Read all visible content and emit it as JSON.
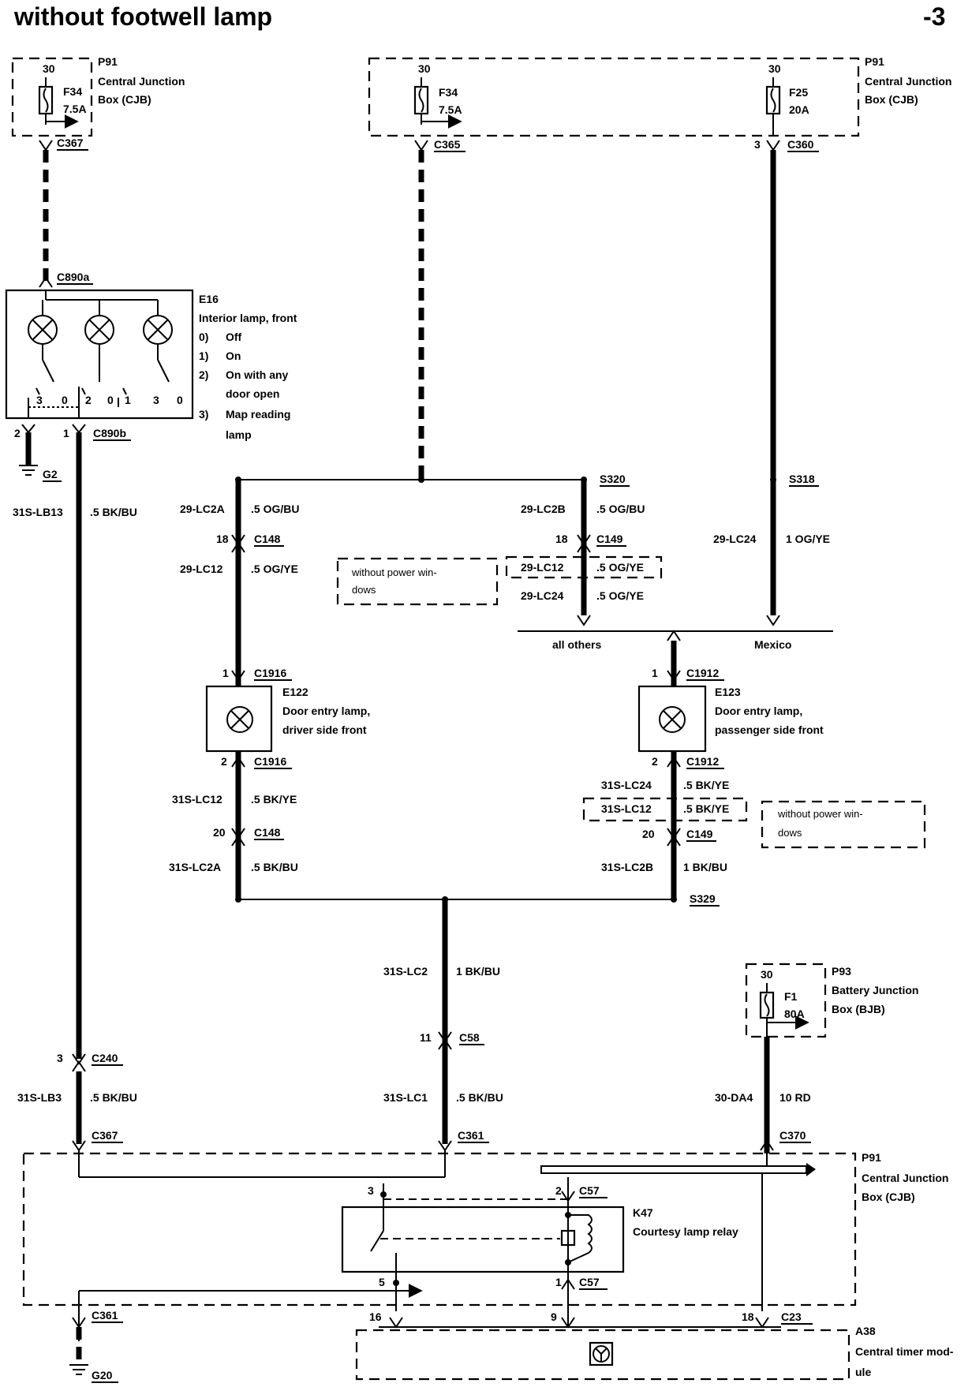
{
  "header": {
    "title": "without footwell lamp",
    "page": "-3"
  },
  "cjb_left": {
    "id": "P91",
    "name_l1": "Central Junction",
    "name_l2": "Box (CJB)",
    "pin": "30",
    "fuse": "F34",
    "rating": "7.5A",
    "connector": "C367"
  },
  "cjb_top": {
    "id": "P91",
    "name_l1": "Central Junction",
    "name_l2": "Box (CJB)",
    "fuse_a": {
      "pin": "30",
      "fuse": "F34",
      "rating": "7.5A",
      "connector": "C365"
    },
    "fuse_b": {
      "pin": "30",
      "fuse": "F25",
      "rating": "20A",
      "connector": "C360",
      "conn_pin": "3"
    }
  },
  "e16": {
    "id": "E16",
    "name": "Interior lamp, front",
    "conn_top": "C890a",
    "conn_bottom": "C890b",
    "modes": [
      "0)",
      "Off",
      "1)",
      "On",
      "2)",
      "On with any",
      "door open",
      "3)",
      "Map reading",
      "lamp"
    ],
    "switch_pins": [
      "3",
      "0",
      "2",
      "0",
      "1",
      "3",
      "0"
    ],
    "pin_left": "2",
    "pin_right": "1"
  },
  "ground_g2": "G2",
  "ground_g20": "G20",
  "wires": {
    "w_31s_lb13": {
      "code": "31S-LB13",
      "spec": ".5 BK/BU"
    },
    "w_29_lc2a": {
      "code": "29-LC2A",
      "spec": ".5 OG/BU"
    },
    "w_29_lc12_l": {
      "code": "29-LC12",
      "spec": ".5 OG/YE"
    },
    "w_29_lc2b": {
      "code": "29-LC2B",
      "spec": ".5 OG/BU"
    },
    "w_29_lc12_r": {
      "code": "29-LC12",
      "spec": ".5 OG/YE"
    },
    "w_29_lc24_r": {
      "code": "29-LC24",
      "spec": ".5 OG/YE"
    },
    "w_29_lc24": {
      "code": "29-LC24",
      "spec": "1 OG/YE"
    },
    "w_31s_lc12_l": {
      "code": "31S-LC12",
      "spec": ".5 BK/YE"
    },
    "w_31s_lc2a": {
      "code": "31S-LC2A",
      "spec": ".5 BK/BU"
    },
    "w_31s_lc24": {
      "code": "31S-LC24",
      "spec": ".5 BK/YE"
    },
    "w_31s_lc12_r": {
      "code": "31S-LC12",
      "spec": ".5 BK/YE"
    },
    "w_31s_lc2b": {
      "code": "31S-LC2B",
      "spec": "1 BK/BU"
    },
    "w_31s_lc2": {
      "code": "31S-LC2",
      "spec": "1 BK/BU"
    },
    "w_31s_lb3": {
      "code": "31S-LB3",
      "spec": ".5 BK/BU"
    },
    "w_31s_lc1": {
      "code": "31S-LC1",
      "spec": ".5 BK/BU"
    },
    "w_30_da4": {
      "code": "30-DA4",
      "spec": "10 RD"
    }
  },
  "connectors": {
    "c148_top": {
      "pin": "18",
      "name": "C148"
    },
    "c149_top": {
      "pin": "18",
      "name": "C149"
    },
    "c148_bot": {
      "pin": "20",
      "name": "C148"
    },
    "c149_bot": {
      "pin": "20",
      "name": "C149"
    },
    "c1916_top": {
      "pin": "1",
      "name": "C1916"
    },
    "c1916_bot": {
      "pin": "2",
      "name": "C1916"
    },
    "c1912_top": {
      "pin": "1",
      "name": "C1912"
    },
    "c1912_bot": {
      "pin": "2",
      "name": "C1912"
    },
    "c58": {
      "pin": "11",
      "name": "C58"
    },
    "c240": {
      "pin": "3",
      "name": "C240"
    },
    "c367_bot": {
      "name": "C367"
    },
    "c361_top": {
      "name": "C361"
    },
    "c370": {
      "name": "C370"
    },
    "c361_bot": {
      "name": "C361"
    },
    "c57_top": {
      "pin": "2",
      "name": "C57"
    },
    "c57_bot": {
      "pin": "1",
      "name": "C57"
    },
    "c23": {
      "pin": "18",
      "name": "C23"
    }
  },
  "splices": {
    "s320": "S320",
    "s318": "S318",
    "s329": "S329"
  },
  "notes": {
    "no_pw_l1": "without power win-",
    "no_pw_l2": "dows"
  },
  "variants": {
    "all_others": "all others",
    "mexico": "Mexico"
  },
  "e122": {
    "id": "E122",
    "name_l1": "Door entry lamp,",
    "name_l2": "driver side front"
  },
  "e123": {
    "id": "E123",
    "name_l1": "Door entry lamp,",
    "name_l2": "passenger side front"
  },
  "bjb": {
    "id": "P93",
    "name_l1": "Battery Junction",
    "name_l2": "Box (BJB)",
    "pin": "30",
    "fuse": "F1",
    "rating": "80A"
  },
  "cjb_bottom": {
    "id": "P91",
    "name_l1": "Central Junction",
    "name_l2": "Box (CJB)"
  },
  "k47": {
    "id": "K47",
    "name": "Courtesy lamp relay",
    "pin_3": "3",
    "pin_5": "5"
  },
  "a38": {
    "id": "A38",
    "name_l1": "Central timer mod-",
    "name_l2": "ule",
    "pin_16": "16",
    "pin_9": "9"
  }
}
